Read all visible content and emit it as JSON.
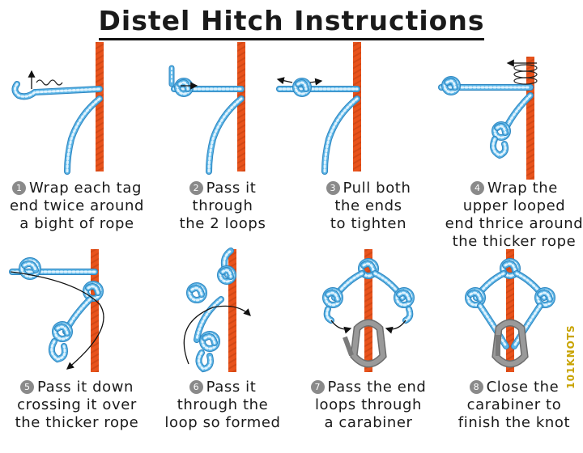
{
  "title": "Distel Hitch Instructions",
  "brand": "101KNOTS",
  "colors": {
    "rope": "#5ab4e6",
    "pole": "#e8531c",
    "carabiner": "#9a9a9a",
    "arrow": "#111111"
  },
  "steps": [
    {
      "number": "1",
      "lines": [
        "Wrap each tag",
        "end twice around",
        "a bight of rope"
      ]
    },
    {
      "number": "2",
      "lines": [
        "Pass it",
        "through",
        "the 2 loops"
      ]
    },
    {
      "number": "3",
      "lines": [
        "Pull both",
        "the ends",
        "to tighten"
      ]
    },
    {
      "number": "4",
      "lines": [
        "Wrap the",
        "upper looped",
        "end thrice around",
        "the thicker rope"
      ]
    },
    {
      "number": "5",
      "lines": [
        "Pass it down",
        "crossing it over",
        "the thicker rope"
      ]
    },
    {
      "number": "6",
      "lines": [
        "Pass it",
        "through the",
        "loop so formed"
      ]
    },
    {
      "number": "7",
      "lines": [
        "Pass the end",
        "loops through",
        "a carabiner"
      ]
    },
    {
      "number": "8",
      "lines": [
        "Close the",
        "carabiner to",
        "finish the knot"
      ]
    }
  ]
}
